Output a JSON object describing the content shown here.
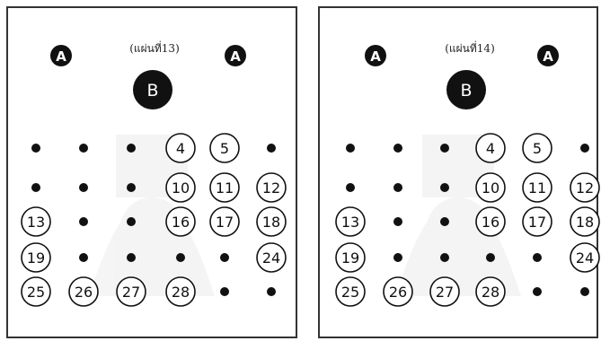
{
  "colors": {
    "ink": "#111111",
    "frame": "#333333",
    "paper": "#ffffff",
    "watermark": "#999999"
  },
  "sheets": [
    {
      "caption": "(แผ่นที่13)",
      "a_label": "A",
      "b_label": "B",
      "rows": [
        [
          "",
          "",
          "",
          "4",
          "5",
          ""
        ],
        [
          "",
          "",
          "",
          "10",
          "11",
          "12"
        ],
        [
          "13",
          "",
          "",
          "16",
          "17",
          "18"
        ],
        [
          "19",
          "",
          "",
          "",
          "",
          "24"
        ],
        [
          "25",
          "26",
          "27",
          "28",
          "",
          ""
        ]
      ]
    },
    {
      "caption": "(แผ่นที่14)",
      "a_label": "A",
      "b_label": "B",
      "rows": [
        [
          "",
          "",
          "",
          "4",
          "5",
          ""
        ],
        [
          "",
          "",
          "",
          "10",
          "11",
          "12"
        ],
        [
          "13",
          "",
          "",
          "16",
          "17",
          "18"
        ],
        [
          "19",
          "",
          "",
          "",
          "",
          "24"
        ],
        [
          "25",
          "26",
          "27",
          "28",
          "",
          ""
        ]
      ]
    }
  ]
}
